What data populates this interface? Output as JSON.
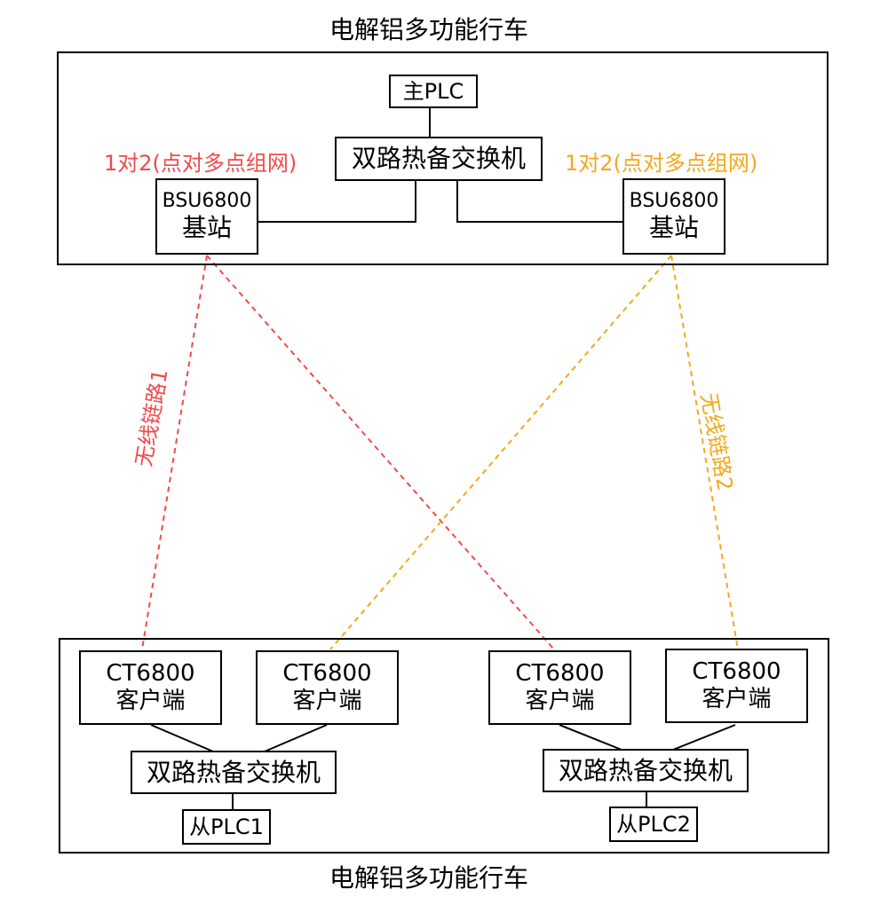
{
  "top": {
    "title": "电解铝多功能行车",
    "master_plc": "主PLC",
    "switch": "双路热备交换机",
    "note_left": "1对2(点对多点组网)",
    "note_right": "1对2(点对多点组网)",
    "base_left": {
      "model": "BSU6800",
      "label": "基站"
    },
    "base_right": {
      "model": "BSU6800",
      "label": "基站"
    }
  },
  "links": {
    "left": "无线链路1",
    "right": "无线链路2",
    "colors": {
      "link1": "#f04a4a",
      "link2": "#f2a81d"
    }
  },
  "bottom": {
    "title": "电解铝多功能行车",
    "clients": [
      {
        "model": "CT6800",
        "label": "客户端"
      },
      {
        "model": "CT6800",
        "label": "客户端"
      },
      {
        "model": "CT6800",
        "label": "客户端"
      },
      {
        "model": "CT6800",
        "label": "客户端"
      }
    ],
    "switch_left": "双路热备交换机",
    "switch_right": "双路热备交换机",
    "slave_plc_1": "从PLC1",
    "slave_plc_2": "从PLC2"
  }
}
